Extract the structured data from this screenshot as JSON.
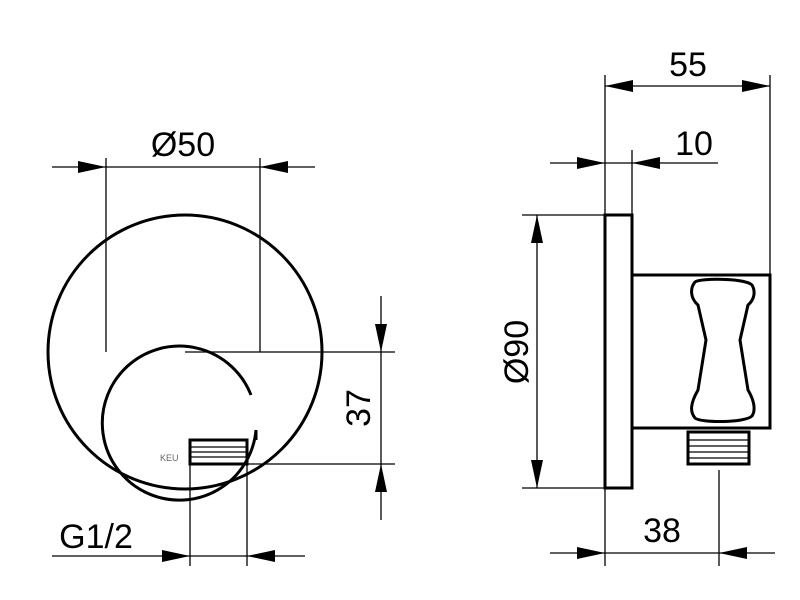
{
  "dimensions": {
    "d50": "Ø50",
    "d37": "37",
    "g12": "G1/2",
    "d55": "55",
    "d10": "10",
    "d90": "Ø90",
    "d38": "38"
  },
  "logo_text": "KEU"
}
